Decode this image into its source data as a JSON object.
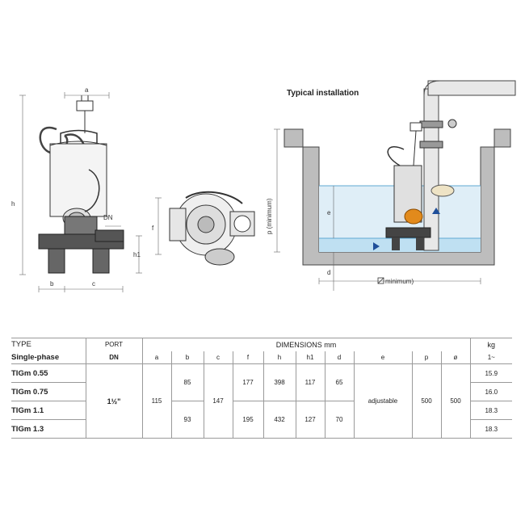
{
  "drawing": {
    "title": "Typical installation",
    "labels": {
      "a": "a",
      "b": "b",
      "c": "c",
      "h": "h",
      "h1": "h1",
      "DN": "DN",
      "f": "f",
      "e": "e",
      "d": "d",
      "p_min": "p (minimum)",
      "diam_min": "minimum)"
    }
  },
  "table": {
    "type_label": "TYPE",
    "single_phase": "Single-phase",
    "port_label": "PORT",
    "dn_label": "DN",
    "dimensions_label": "DIMENSIONS mm",
    "kg_label": "kg",
    "kg_sub": "1~",
    "cols": [
      "a",
      "b",
      "c",
      "f",
      "h",
      "h1",
      "d",
      "e",
      "p",
      "ø"
    ],
    "models": [
      {
        "name": "TIGm 0.55",
        "kg": "15.9"
      },
      {
        "name": "TIGm 0.75",
        "kg": "16.0"
      },
      {
        "name": "TIGm 1.1",
        "kg": "18.3"
      },
      {
        "name": "TIGm 1.3",
        "kg": "18.3"
      }
    ],
    "port": "1½\"",
    "a": "115",
    "c": "147",
    "group1": {
      "b": "85",
      "f": "177",
      "h": "398",
      "h1": "117",
      "d": "65"
    },
    "group2": {
      "b": "93",
      "f": "195",
      "h": "432",
      "h1": "127",
      "d": "70"
    },
    "e": "adjustable",
    "p": "500",
    "diam": "500"
  }
}
